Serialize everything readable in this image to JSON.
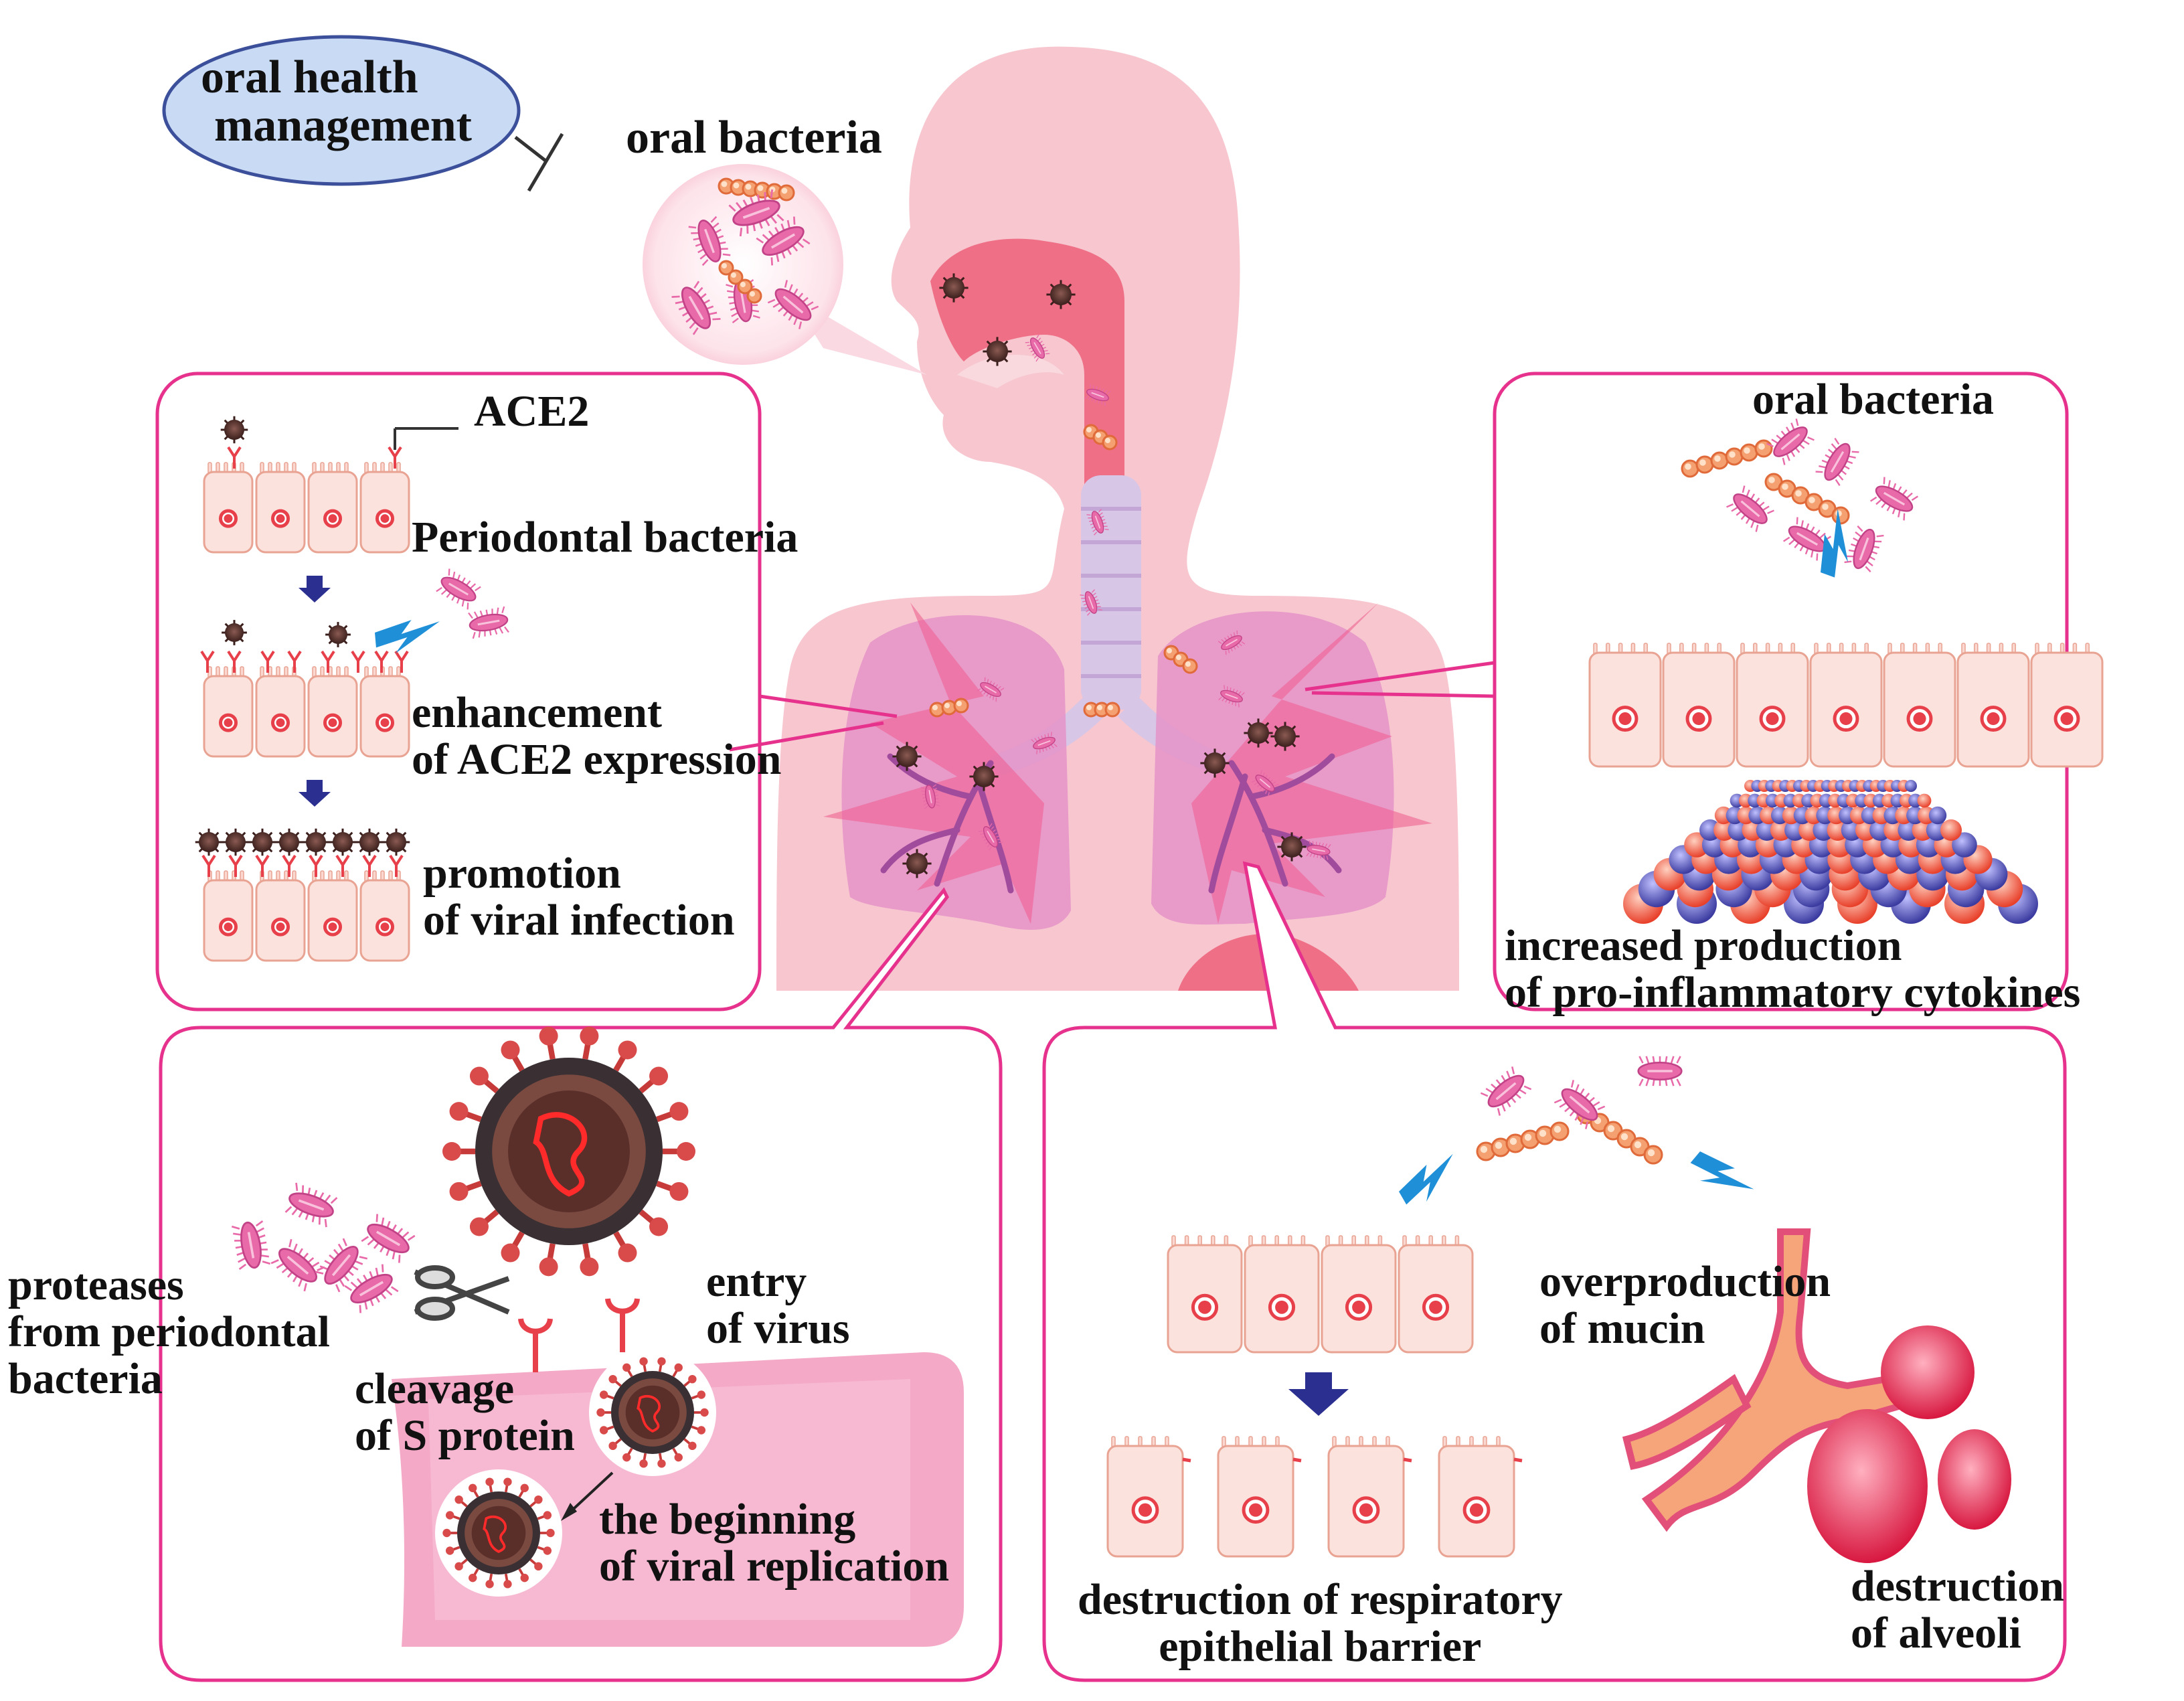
{
  "labels": {
    "oral_health_management": [
      "oral health",
      "management"
    ],
    "oral_bacteria_top": "oral bacteria",
    "ace2": "ACE2",
    "periodontal_bacteria": "Periodontal bacteria",
    "enhancement": [
      "enhancement",
      "of ACE2 expression"
    ],
    "promotion": [
      "promotion",
      "of viral infection"
    ],
    "oral_bacteria_right": "oral bacteria",
    "cytokines": [
      "increased production",
      "of pro-inflammatory cytokines"
    ],
    "proteases": [
      "proteases",
      "from periodontal",
      "bacteria"
    ],
    "entry": [
      "entry",
      "of virus"
    ],
    "cleavage": [
      "cleavage",
      "of S protein"
    ],
    "beginning": [
      "the beginning",
      "of viral replication"
    ],
    "mucin": [
      "overproduction",
      "of mucin"
    ],
    "destruction_barrier": [
      "destruction of respiratory",
      "epithelial barrier"
    ],
    "destruction_alveoli": [
      "destruction",
      "of alveoli"
    ]
  },
  "colors": {
    "panel_border": "#e6328c",
    "body_skin": "#f7c6cf",
    "airway": "#ef6f86",
    "lung": "#e592c8",
    "cell": "#fce2dc",
    "nucleus": "#e8404a",
    "virus": "#6b3b35",
    "bacteria_rod": "#e86aa8",
    "bacteria_cocci": "#f4a070",
    "arrow_blue": "#2b2f90",
    "lightning": "#1f8fd8",
    "ellipse_fill": "#c9daf5",
    "ellipse_stroke": "#3b4f9a"
  }
}
